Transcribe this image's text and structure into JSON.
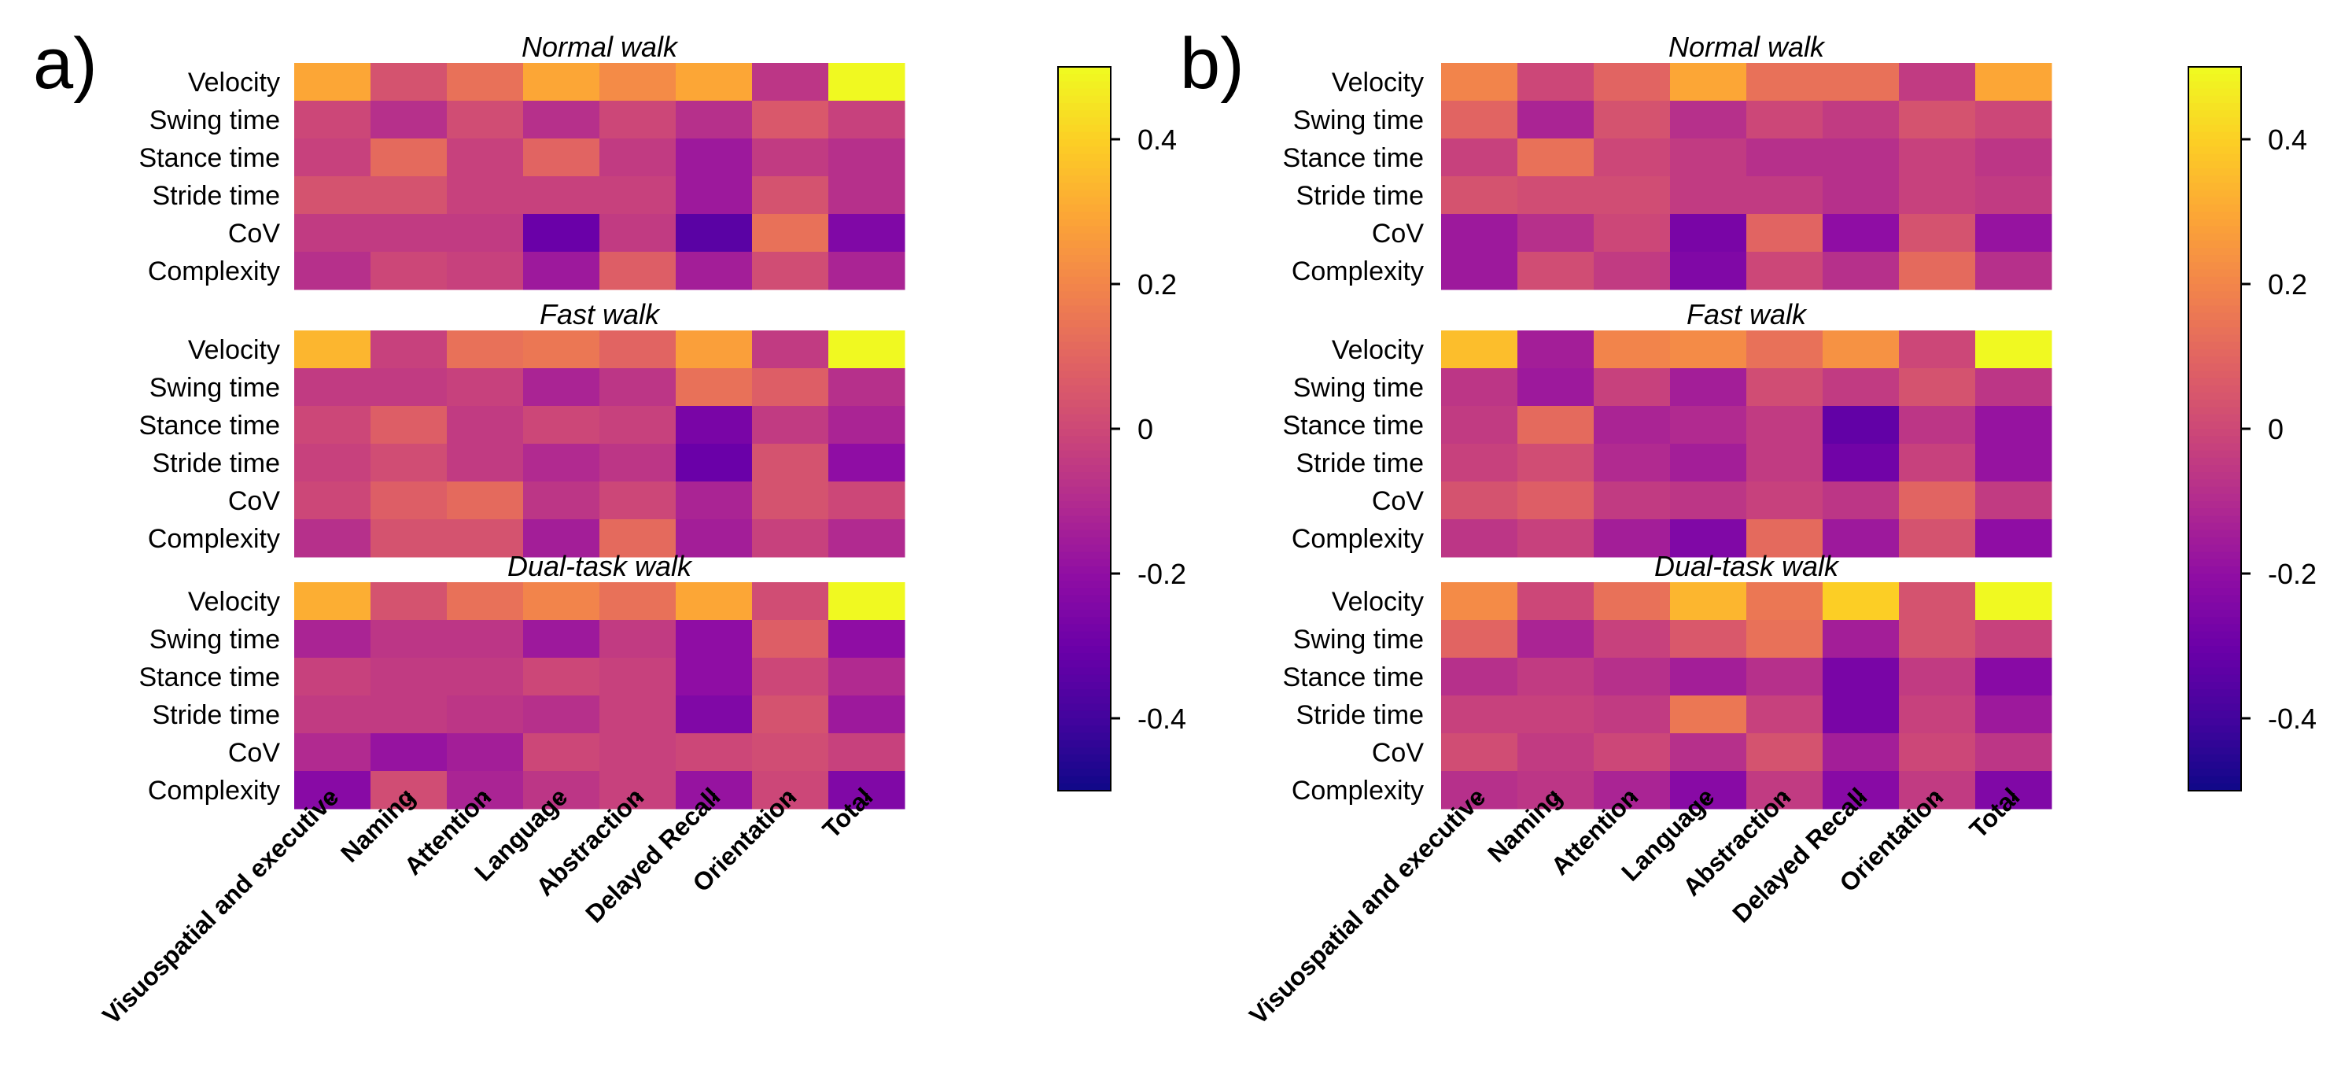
{
  "chart_data": [
    {
      "type": "heatmap",
      "panel_label": "a)",
      "sections": [
        {
          "title": "Normal walk",
          "rows": [
            "Velocity",
            "Swing time",
            "Stance time",
            "Stride time",
            "CoV",
            "Complexity"
          ],
          "values": [
            [
              0.3,
              0.04,
              0.14,
              0.3,
              0.22,
              0.3,
              -0.06,
              0.5
            ],
            [
              0.0,
              -0.08,
              0.02,
              -0.08,
              0.0,
              -0.08,
              0.06,
              -0.02
            ],
            [
              -0.02,
              0.12,
              -0.02,
              0.1,
              -0.04,
              -0.16,
              -0.04,
              -0.08
            ],
            [
              0.04,
              0.04,
              -0.02,
              -0.02,
              -0.02,
              -0.16,
              0.04,
              -0.08
            ],
            [
              -0.04,
              -0.04,
              -0.04,
              -0.3,
              -0.04,
              -0.34,
              0.14,
              -0.24
            ],
            [
              -0.08,
              0.0,
              -0.02,
              -0.16,
              0.08,
              -0.14,
              0.02,
              -0.12
            ]
          ]
        },
        {
          "title": "Fast walk",
          "rows": [
            "Velocity",
            "Swing time",
            "Stance time",
            "Stride time",
            "CoV",
            "Complexity"
          ],
          "values": [
            [
              0.34,
              -0.02,
              0.14,
              0.16,
              0.1,
              0.28,
              -0.04,
              0.5
            ],
            [
              -0.04,
              -0.04,
              -0.02,
              -0.12,
              -0.06,
              0.14,
              0.08,
              -0.08
            ],
            [
              0.0,
              0.08,
              -0.04,
              0.0,
              -0.02,
              -0.26,
              -0.04,
              -0.12
            ],
            [
              -0.02,
              0.02,
              -0.04,
              -0.1,
              -0.06,
              -0.3,
              0.04,
              -0.2
            ],
            [
              0.0,
              0.08,
              0.12,
              -0.06,
              0.0,
              -0.12,
              0.04,
              0.0
            ],
            [
              -0.08,
              0.04,
              0.04,
              -0.14,
              0.12,
              -0.14,
              -0.02,
              -0.1
            ]
          ]
        },
        {
          "title": "Dual-task walk",
          "rows": [
            "Velocity",
            "Swing time",
            "Stance time",
            "Stride time",
            "CoV",
            "Complexity"
          ],
          "values": [
            [
              0.32,
              0.04,
              0.14,
              0.2,
              0.14,
              0.3,
              0.02,
              0.5
            ],
            [
              -0.12,
              -0.06,
              -0.06,
              -0.16,
              -0.04,
              -0.2,
              0.08,
              -0.2
            ],
            [
              -0.02,
              -0.04,
              -0.04,
              0.0,
              -0.02,
              -0.2,
              0.0,
              -0.1
            ],
            [
              -0.04,
              -0.04,
              -0.06,
              -0.08,
              -0.02,
              -0.24,
              0.04,
              -0.16
            ],
            [
              -0.1,
              -0.18,
              -0.14,
              0.0,
              -0.02,
              0.0,
              0.02,
              -0.02
            ],
            [
              -0.22,
              0.02,
              -0.12,
              -0.06,
              -0.02,
              -0.18,
              0.0,
              -0.24
            ]
          ]
        }
      ],
      "columns": [
        "Visuospatial and executive",
        "Naming",
        "Attention",
        "Language",
        "Abstraction",
        "Delayed Recall",
        "Orientation",
        "Total"
      ],
      "colorbar": {
        "min": -0.5,
        "max": 0.5,
        "ticks": [
          "0.4",
          "0.2",
          "0",
          "-0.2",
          "-0.4"
        ],
        "tick_values": [
          0.4,
          0.2,
          0,
          -0.2,
          -0.4
        ]
      },
      "colormap": "plasma"
    },
    {
      "type": "heatmap",
      "panel_label": "b)",
      "sections": [
        {
          "title": "Normal walk",
          "rows": [
            "Velocity",
            "Swing time",
            "Stance time",
            "Stride time",
            "CoV",
            "Complexity"
          ],
          "values": [
            [
              0.2,
              0.0,
              0.1,
              0.3,
              0.14,
              0.14,
              -0.04,
              0.3
            ],
            [
              0.1,
              -0.12,
              0.04,
              -0.08,
              0.0,
              -0.04,
              0.04,
              0.0
            ],
            [
              -0.02,
              0.14,
              0.0,
              -0.04,
              -0.08,
              -0.08,
              -0.02,
              -0.06
            ],
            [
              0.04,
              0.02,
              0.02,
              -0.04,
              -0.04,
              -0.08,
              -0.02,
              -0.04
            ],
            [
              -0.16,
              -0.08,
              0.0,
              -0.26,
              0.1,
              -0.2,
              0.04,
              -0.18
            ],
            [
              -0.16,
              0.02,
              -0.04,
              -0.24,
              0.0,
              -0.08,
              0.12,
              -0.08
            ]
          ]
        },
        {
          "title": "Fast walk",
          "rows": [
            "Velocity",
            "Swing time",
            "Stance time",
            "Stride time",
            "CoV",
            "Complexity"
          ],
          "values": [
            [
              0.36,
              -0.14,
              0.2,
              0.22,
              0.14,
              0.24,
              0.0,
              0.5
            ],
            [
              -0.06,
              -0.16,
              -0.02,
              -0.14,
              0.02,
              -0.04,
              0.04,
              -0.06
            ],
            [
              -0.04,
              0.12,
              -0.12,
              -0.1,
              -0.04,
              -0.32,
              -0.06,
              -0.18
            ],
            [
              -0.02,
              0.02,
              -0.1,
              -0.14,
              -0.04,
              -0.28,
              -0.02,
              -0.18
            ],
            [
              0.04,
              0.08,
              -0.04,
              -0.06,
              -0.02,
              -0.06,
              0.1,
              -0.04
            ],
            [
              -0.06,
              -0.02,
              -0.14,
              -0.24,
              0.12,
              -0.16,
              0.04,
              -0.2
            ]
          ]
        },
        {
          "title": "Dual-task walk",
          "rows": [
            "Velocity",
            "Swing time",
            "Stance time",
            "Stride time",
            "CoV",
            "Complexity"
          ],
          "values": [
            [
              0.22,
              0.0,
              0.14,
              0.34,
              0.16,
              0.4,
              0.04,
              0.5
            ],
            [
              0.1,
              -0.12,
              -0.02,
              0.06,
              0.14,
              -0.14,
              0.04,
              -0.02
            ],
            [
              -0.08,
              -0.04,
              -0.08,
              -0.14,
              -0.08,
              -0.26,
              -0.04,
              -0.22
            ],
            [
              -0.02,
              -0.02,
              -0.04,
              0.16,
              -0.02,
              -0.26,
              -0.02,
              -0.16
            ],
            [
              0.02,
              -0.04,
              0.0,
              -0.08,
              0.04,
              -0.14,
              0.0,
              -0.06
            ],
            [
              -0.08,
              -0.06,
              -0.12,
              -0.22,
              -0.04,
              -0.22,
              -0.04,
              -0.24
            ]
          ]
        }
      ],
      "columns": [
        "Visuospatial and executive",
        "Naming",
        "Attention",
        "Language",
        "Abstraction",
        "Delayed Recall",
        "Orientation",
        "Total"
      ],
      "colorbar": {
        "min": -0.5,
        "max": 0.5,
        "ticks": [
          "0.4",
          "0.2",
          "0",
          "-0.2",
          "-0.4"
        ],
        "tick_values": [
          0.4,
          0.2,
          0,
          -0.2,
          -0.4
        ]
      },
      "colormap": "plasma"
    }
  ]
}
